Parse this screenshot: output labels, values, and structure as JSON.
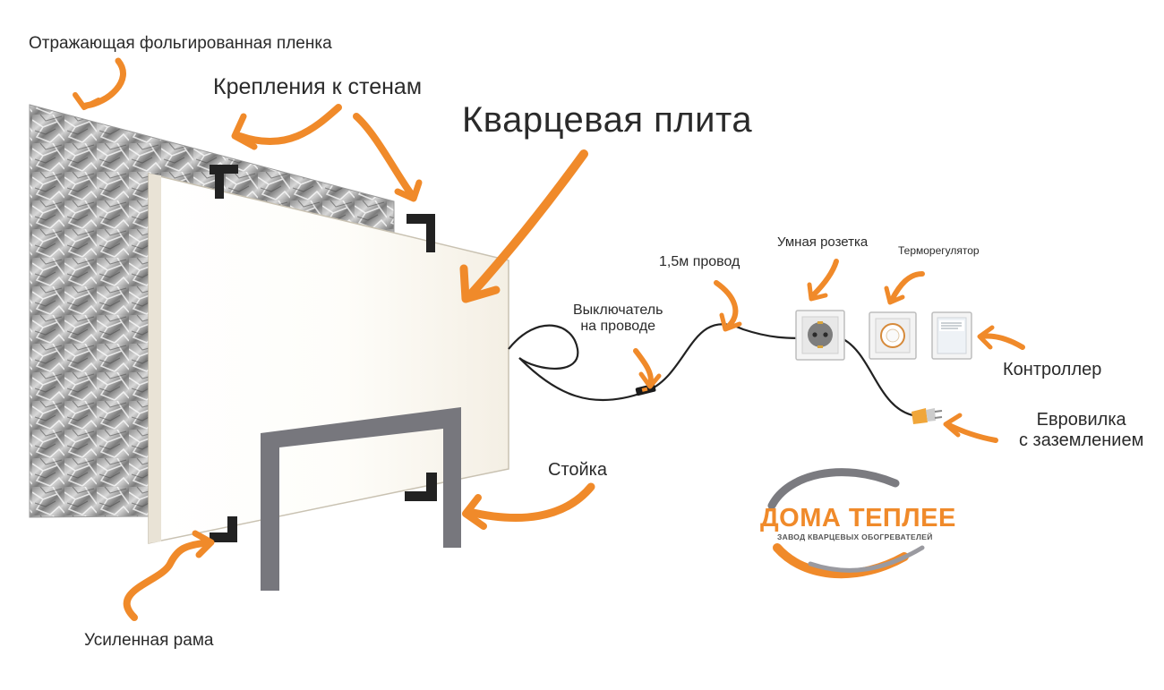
{
  "labels": {
    "foil": "Отражающая фольгированная пленка",
    "mounts": "Крепления к стенам",
    "quartz_plate": "Кварцевая плита",
    "wire": "1,5м провод",
    "smart_socket": "Умная розетка",
    "thermostat": "Терморегулятор",
    "switch_line1": "Выключатель",
    "switch_line2": "на проводе",
    "controller": "Контроллер",
    "plug_line1": "Евровилка",
    "plug_line2": "с заземлением",
    "stand": "Стойка",
    "frame": "Усиленная рама"
  },
  "logo": {
    "brand": "ДОМА ТЕПЛЕЕ",
    "tagline": "ЗАВОД КВАРЦЕВЫХ ОБОГРЕВАТЕЛЕЙ"
  },
  "colors": {
    "accent": "#f08a2a",
    "stand": "#77777d",
    "bracket": "#222222",
    "panel": "#fbf8f1",
    "foil": "#a9a9a9"
  }
}
